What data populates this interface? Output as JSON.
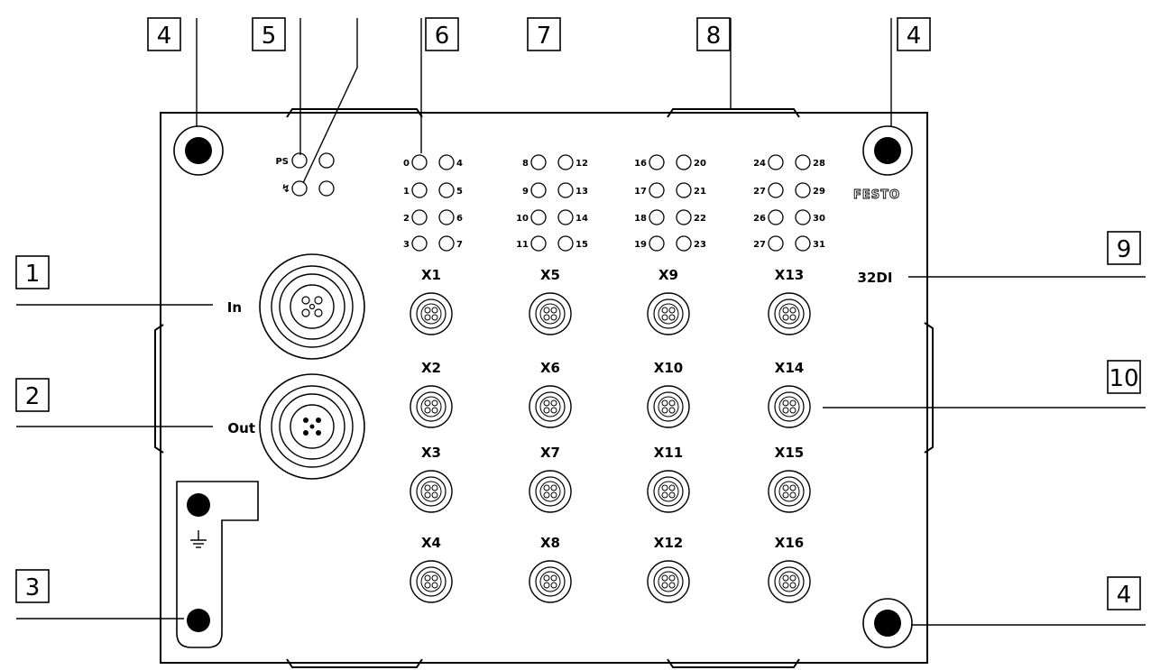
{
  "device": {
    "brand": "FESTO",
    "model_label": "32DI",
    "port_in_label": "In",
    "port_out_label": "Out"
  },
  "status_leds": [
    "PS",
    "↯"
  ],
  "channel_leds": [
    "0",
    "4",
    "1",
    "5",
    "2",
    "6",
    "3",
    "7",
    "8",
    "12",
    "9",
    "13",
    "10",
    "14",
    "11",
    "15",
    "16",
    "20",
    "17",
    "21",
    "18",
    "22",
    "19",
    "23",
    "24",
    "28",
    "27",
    "29",
    "26",
    "30",
    "27",
    "31"
  ],
  "connectors": [
    "X1",
    "X2",
    "X3",
    "X4",
    "X5",
    "X6",
    "X7",
    "X8",
    "X9",
    "X10",
    "X11",
    "X12",
    "X13",
    "X14",
    "X15",
    "X16"
  ],
  "callouts": [
    "4",
    "5",
    "6",
    "7",
    "8",
    "4",
    "1",
    "2",
    "3",
    "9",
    "10",
    "4"
  ]
}
